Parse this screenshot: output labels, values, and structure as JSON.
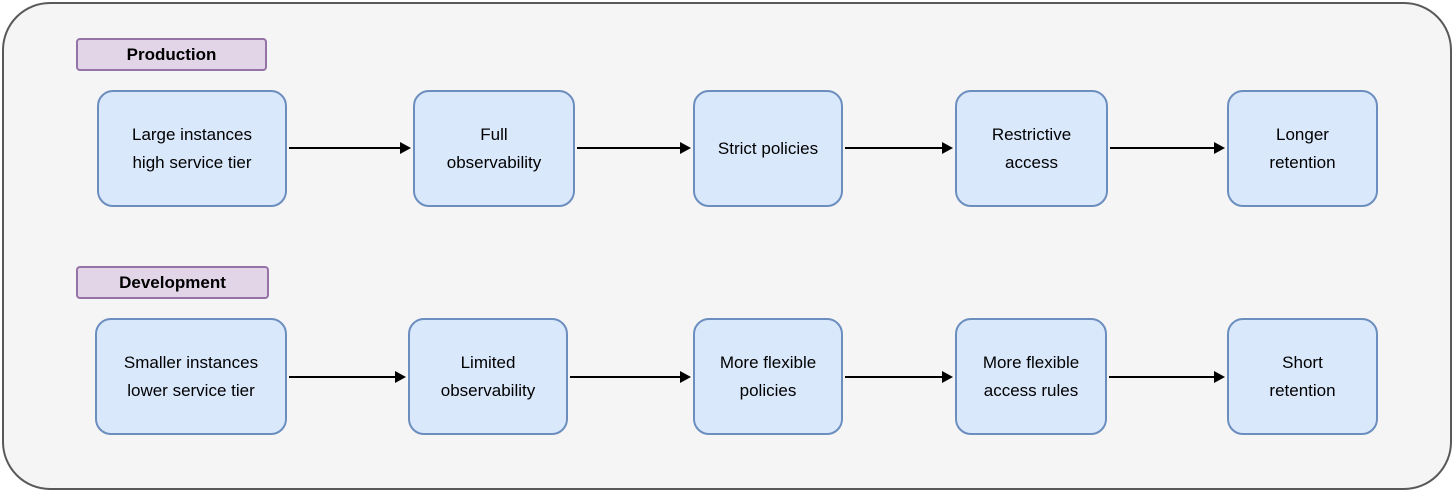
{
  "diagram": {
    "type": "flow-comparison",
    "colors": {
      "page_background": "#ffffff",
      "frame_fill": "#f5f5f5",
      "frame_border": "#595959",
      "node_fill": "#dae8fc",
      "node_border": "#6c8ebf",
      "tier_label_fill": "#e1d5e7",
      "tier_label_border": "#9673a6",
      "arrow": "#000000",
      "text": "#000000"
    },
    "rows": [
      {
        "label": "Production",
        "nodes": [
          {
            "label": "Large instances\nhigh service tier"
          },
          {
            "label": "Full\nobservability"
          },
          {
            "label": "Strict policies"
          },
          {
            "label": "Restrictive\naccess"
          },
          {
            "label": "Longer\nretention"
          }
        ]
      },
      {
        "label": "Development",
        "nodes": [
          {
            "label": "Smaller instances\nlower service tier"
          },
          {
            "label": "Limited\nobservability"
          },
          {
            "label": "More flexible\npolicies"
          },
          {
            "label": "More flexible\naccess rules"
          },
          {
            "label": "Short\nretention"
          }
        ]
      }
    ]
  }
}
